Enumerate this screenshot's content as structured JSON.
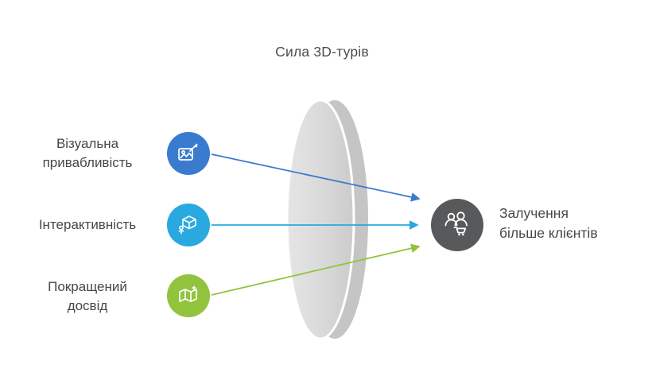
{
  "title": "Сила 3D-турів",
  "inputs": [
    {
      "id": "visual-appeal",
      "lines": [
        "Візуальна",
        "привабливість"
      ],
      "color": "#3a7bd0",
      "icon": "photo-brush-icon"
    },
    {
      "id": "interactivity",
      "lines": [
        "Інтерактивність"
      ],
      "color": "#29a9df",
      "icon": "cube-3d-person-icon"
    },
    {
      "id": "improved-experience",
      "lines": [
        "Покращений",
        "досвід"
      ],
      "color": "#92c33d",
      "icon": "map-sparkle-icon"
    }
  ],
  "output": {
    "id": "attract-clients",
    "lines": [
      "Залучення",
      "більше клієнтів"
    ],
    "color": "#58595b",
    "icon": "customers-cart-icon"
  },
  "colors": {
    "arrow_blue": "#3a7bd0",
    "arrow_cyan": "#29a9df",
    "arrow_green": "#92c33d",
    "lens_front_light": "#e4e4e4",
    "lens_front_dark": "#cccccc",
    "lens_rim": "#c5c5c5",
    "text": "#474747"
  }
}
